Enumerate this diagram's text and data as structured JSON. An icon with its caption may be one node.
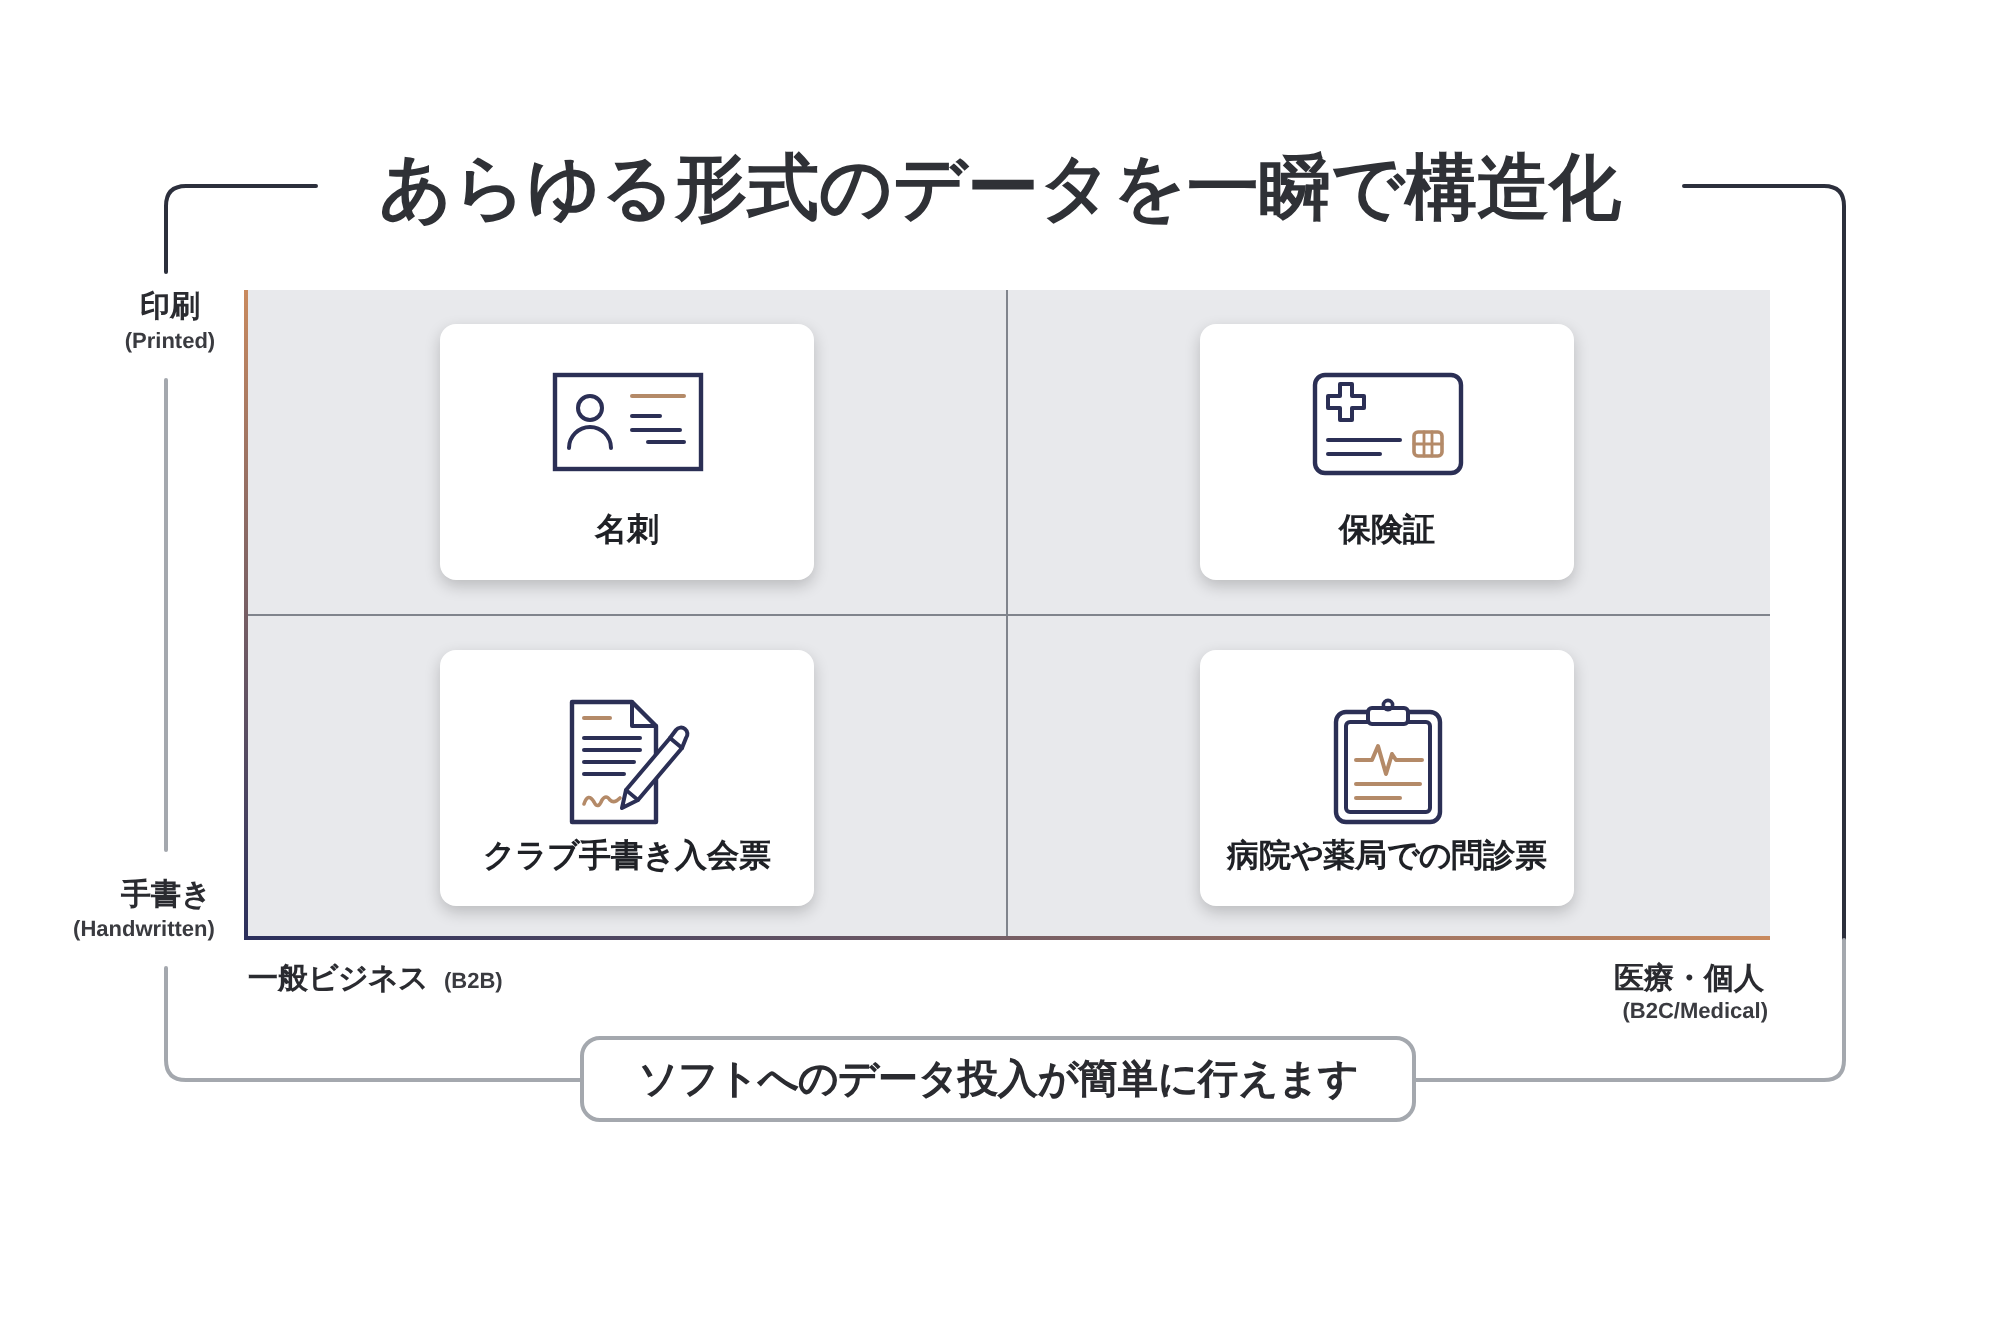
{
  "diagram": {
    "title": "あらゆる形式のデータを一瞬で構造化",
    "nodes": [
      {
        "text": [],
        "shape": "box"
      },
      {
        "text": [
          "名刺"
        ],
        "in": 0
      },
      {
        "text": [
          "保険証"
        ],
        "in": 0
      },
      {
        "text": [
          "クラブ手書き入会票"
        ],
        "in": 0
      },
      {
        "text": [
          "病院や薬局での問診票"
        ],
        "in": 0
      },
      {
        "text": [
          "ソフトへのデータ投入が簡単に行えます"
        ]
      }
    ],
    "labels": [
      "印刷",
      "(Printed)",
      "手書き",
      "(Handwritten)",
      "一般ビジネス",
      "(B2B)",
      "医療・個人",
      "(B2C/Medical)"
    ]
  }
}
